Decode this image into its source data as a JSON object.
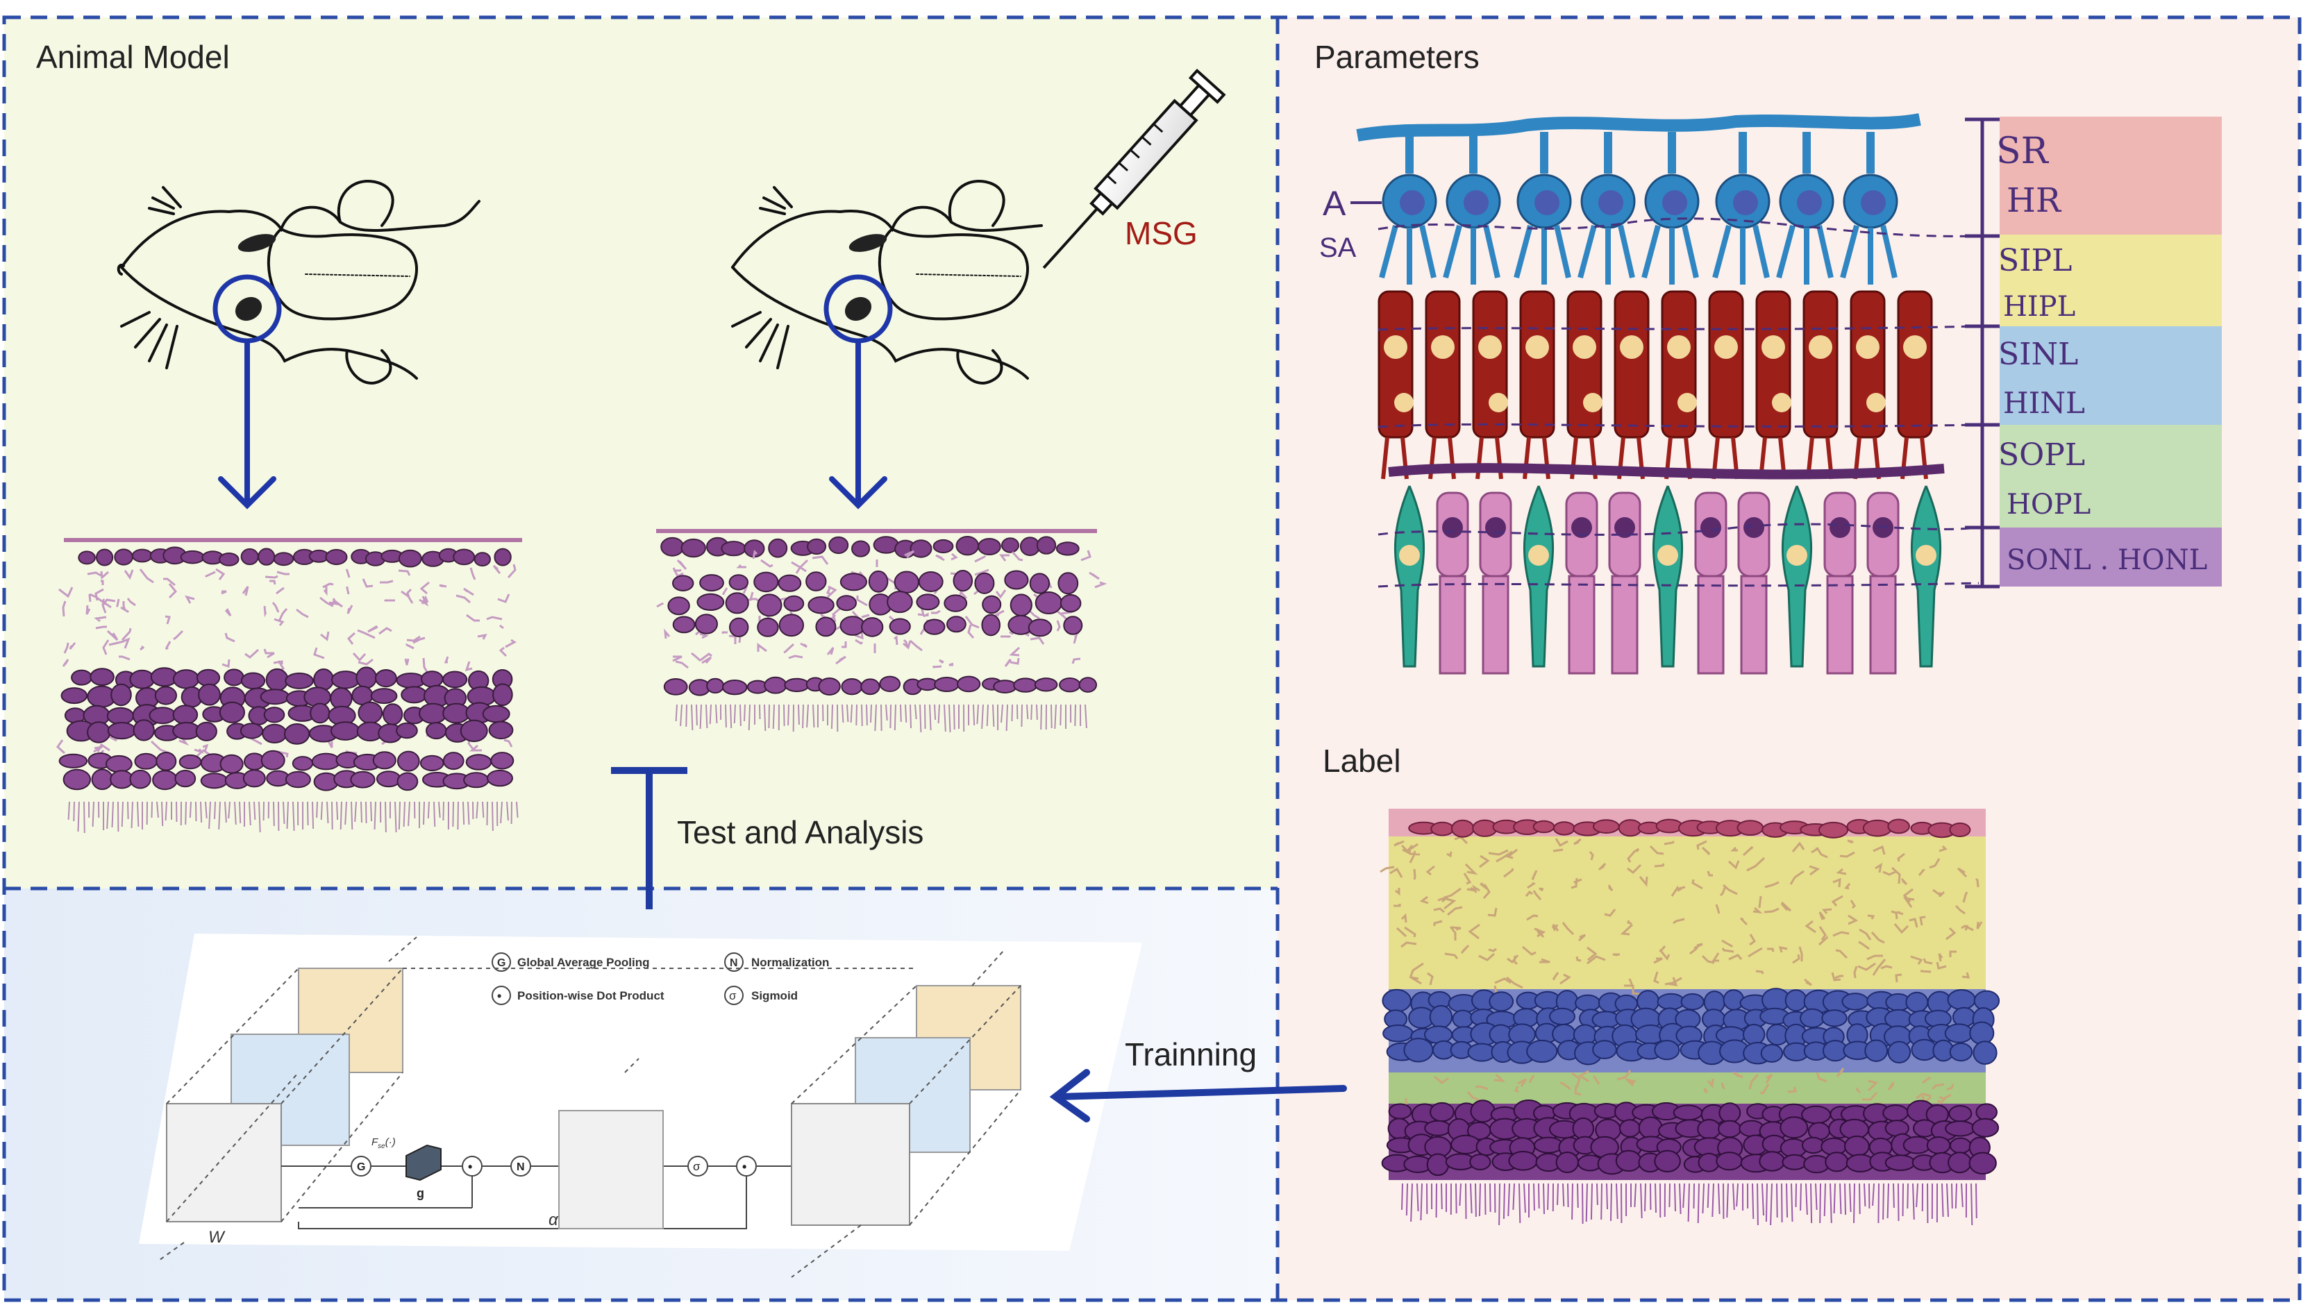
{
  "panels": {
    "animal_model": {
      "title": "Animal Model",
      "drug_label": "MSG"
    },
    "parameters": {
      "title": "Parameters",
      "left_labels": [
        "A",
        "SA"
      ],
      "layers": [
        {
          "label_a": "SR",
          "label_b": "HR",
          "color": "#efb7b4"
        },
        {
          "label_a": "SIPL",
          "label_b": "HIPL",
          "color": "#efe89c"
        },
        {
          "label_a": "SINL",
          "label_b": "HINL",
          "color": "#a9cbe6"
        },
        {
          "label_a": "SOPL",
          "label_b": "HOPL",
          "color": "#c5dfb6"
        },
        {
          "label_a": "SONL . HONL",
          "label_b": "",
          "color": "#b48cc5"
        }
      ]
    },
    "label": {
      "title": "Label"
    },
    "network": {
      "legend": [
        {
          "symbol": "G",
          "text": "Global Average Pooling"
        },
        {
          "symbol": "N",
          "text": "Normalization"
        },
        {
          "symbol": "•",
          "text": "Position-wise Dot Product"
        },
        {
          "symbol": "σ",
          "text": "Sigmoid"
        }
      ],
      "nodes": {
        "g_text": "G",
        "dot_text": "•",
        "n_text": "N",
        "sigma_text": "σ",
        "f_text": "F",
        "f_sub": "se",
        "f_args": "(·)",
        "g_label": "g"
      },
      "symbols": {
        "w": "W",
        "alpha": "α"
      }
    }
  },
  "arrows": {
    "test": "Test and Analysis",
    "train": "Trainning"
  },
  "colors": {
    "left_bg": "#f5f9e4",
    "right_bg": "#fcf0ed",
    "bottom_bg": "#e9f0fa",
    "dash": "#2b4ca6",
    "arrow": "#1f3aa0",
    "msg": "#a31c16"
  }
}
